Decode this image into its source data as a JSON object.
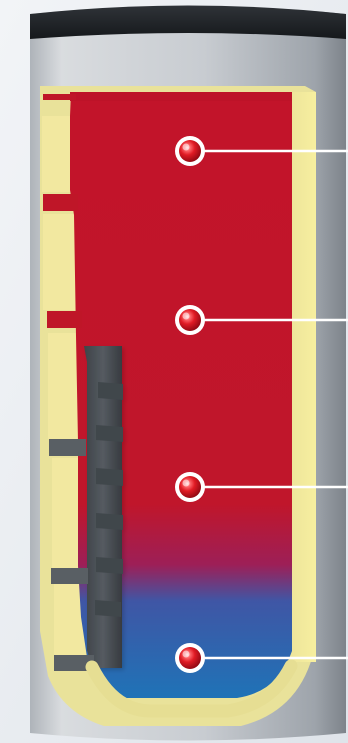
{
  "illustration": {
    "subject": "tank-cutaway",
    "colors": {
      "background": "#e7ebef",
      "shell": "#c9ccd1",
      "shell_dark": "#8f959c",
      "cap": "#2a2d31",
      "insulation": "#f3ea9d",
      "hot_water": "#c2142a",
      "cold_water": "#1f73b7",
      "heat_exchanger": "#4c5156",
      "sensor": "#d60f1d",
      "sensor_line": "#ffffff"
    },
    "sensors": [
      {
        "name": "sensor-top"
      },
      {
        "name": "sensor-upper-middle"
      },
      {
        "name": "sensor-lower-middle"
      },
      {
        "name": "sensor-bottom"
      }
    ]
  }
}
